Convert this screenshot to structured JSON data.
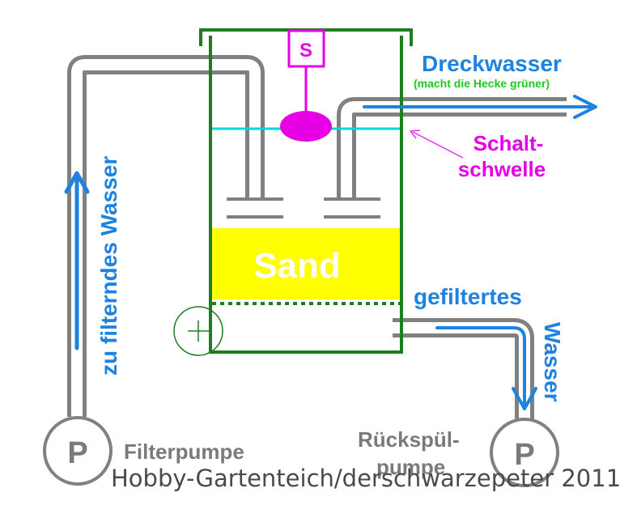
{
  "labels": {
    "sensor": "S",
    "sand": "Sand",
    "dirty_water": "Dreckwasser",
    "dirty_water_note": "(macht die Hecke grüner)",
    "switch_threshold_line1": "Schalt-",
    "switch_threshold_line2": "schwelle",
    "filtered_line1": "gefiltertes",
    "filtered_line2": "Wasser",
    "water_to_filter": "zu filterndes Wasser",
    "pump_symbol_left": "P",
    "pump_symbol_right": "P",
    "filter_pump": "Filterpumpe",
    "backwash_pump_line1": "Rückspül-",
    "backwash_pump_line2": "pumpe",
    "credit": "Hobby-Gartenteich/derschwarzepeter 2011"
  },
  "colors": {
    "tank_wall": "#1e7d1e",
    "pipe_outer": "#808080",
    "pipe_inner": "#ffffff",
    "flow_arrow": "#1e82e0",
    "sand": "#ffff00",
    "sand_label": "#ffffff",
    "sensor": "#e600e6",
    "water_level": "#00d8e0",
    "dirty_water_note": "#1ec81e",
    "label_gray": "#7a7a7a",
    "credit_text": "#4a4a4a"
  }
}
